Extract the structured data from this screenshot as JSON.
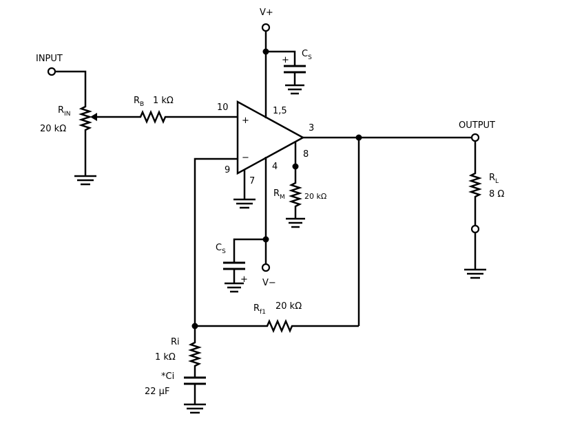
{
  "labels": {
    "v_plus": "V+",
    "v_minus": "V−",
    "input": "INPUT",
    "output": "OUTPUT",
    "cs_top": {
      "main": "C",
      "sub": "S"
    },
    "cs_top_polarity": "+",
    "cs_bottom": {
      "main": "C",
      "sub": "S"
    },
    "cs_bottom_polarity": "+",
    "rin": {
      "main": "R",
      "sub": "IN",
      "value": "20 kΩ"
    },
    "rb": {
      "main": "R",
      "sub": "B",
      "value": "1 kΩ"
    },
    "rm": {
      "main": "R",
      "sub": "M",
      "value": "20 kΩ"
    },
    "rl": {
      "main": "R",
      "sub": "L",
      "value": "8 Ω"
    },
    "rf1": {
      "main": "R",
      "sub": "f1",
      "value": "20 kΩ"
    },
    "ri": {
      "main": "Ri",
      "value": "1 kΩ"
    },
    "ci": {
      "main": "*Ci",
      "value": "22 μF"
    }
  },
  "pins": {
    "p10": "10",
    "p15": "1,5",
    "p3": "3",
    "p8": "8",
    "p4": "4",
    "p9": "9",
    "p7": "7"
  },
  "opamp": {
    "plus": "+",
    "minus": "−"
  }
}
